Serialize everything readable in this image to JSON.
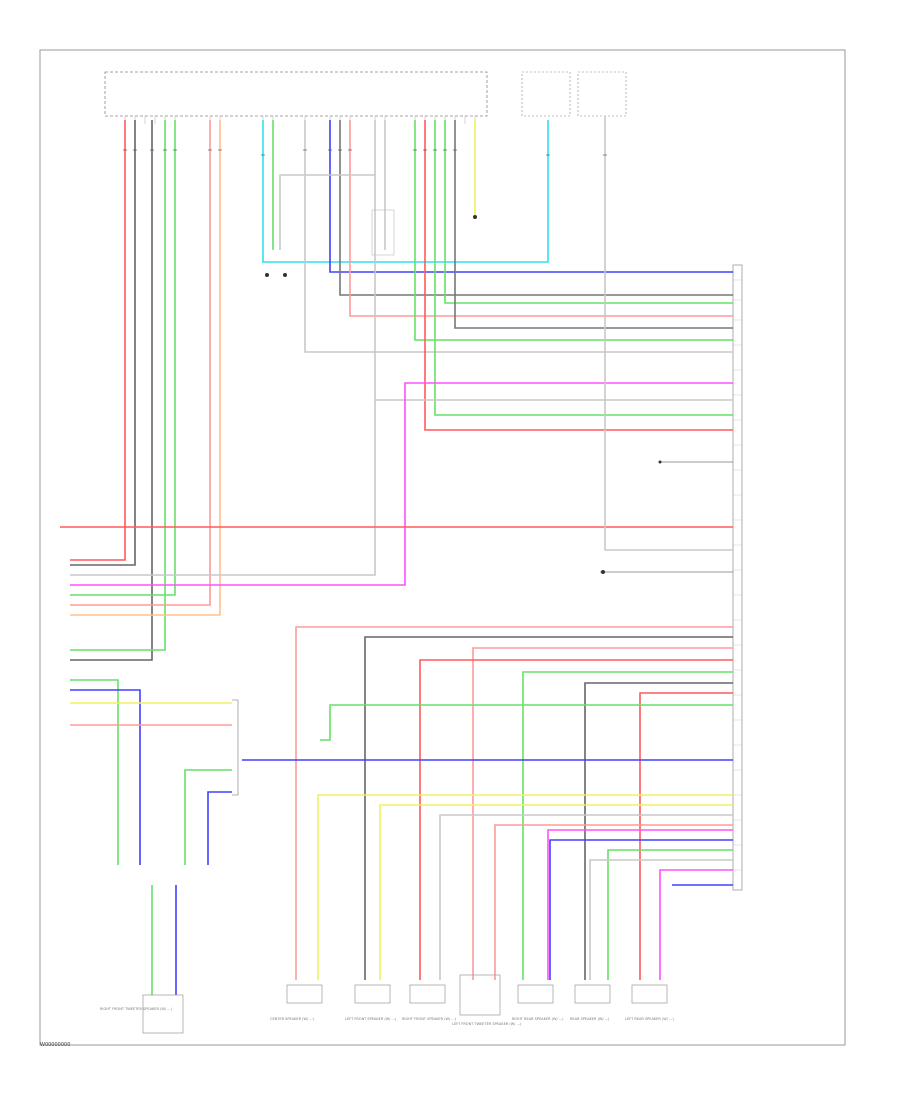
{
  "footer_code": "W00000000",
  "colors": {
    "red": "#ff5a5a",
    "green": "#66e066",
    "blue": "#4040ff",
    "cyan": "#30e0f0",
    "magenta": "#ff50ff",
    "yellow": "#f0f060",
    "pink": "#ff9a9a",
    "gray": "#555555",
    "lightgray": "#c8c8c8",
    "orange": "#ffc090",
    "frame": "#999999"
  },
  "components": [
    {
      "id": "component-right-front-tweeter",
      "text": "RIGHT FRONT TWEETER SPEAKER (W/ ...)"
    },
    {
      "id": "component-center-speaker",
      "text": "CENTER SPEAKER (W/ ...)"
    },
    {
      "id": "component-left-front-speaker",
      "text": "LEFT FRONT SPEAKER (W/ ...)"
    },
    {
      "id": "component-right-front-speaker",
      "text": "RIGHT FRONT SPEAKER (W/ ...)"
    },
    {
      "id": "component-left-front-tweeter",
      "text": "LEFT FRONT TWEETER SPEAKER (W/ ...)"
    },
    {
      "id": "component-right-rear-speaker",
      "text": "RIGHT REAR SPEAKER (W/ ...)"
    },
    {
      "id": "component-rear-speaker",
      "text": "REAR SPEAKER (W/ ...)"
    },
    {
      "id": "component-left-rear-speaker",
      "text": "LEFT REAR SPEAKER (W/ ...)"
    }
  ]
}
